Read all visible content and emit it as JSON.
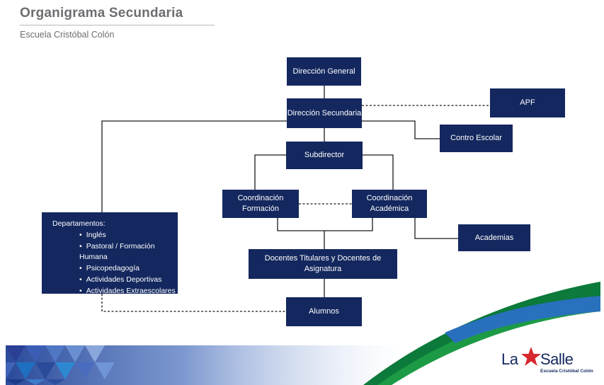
{
  "header": {
    "title": "Organigrama Secundaria",
    "subtitle": "Escuela Cristóbal Colón"
  },
  "org": {
    "direccion_general": "Dirección General",
    "direccion_secundaria": "Dirección Secundaria",
    "apf": "APF",
    "control_escolar": "Contro Escolar",
    "subdirector": "Subdirector",
    "coordinacion_formacion": [
      "Coordinación",
      "Formación"
    ],
    "coordinacion_academica": [
      "Coordinación",
      "Académica"
    ],
    "academias": "Academias",
    "docentes": "Docentes Titulares y Docentes de Asignatura",
    "alumnos": "Alumnos",
    "departamentos": {
      "heading": "Departamentos:",
      "items": [
        "Inglés",
        "Pastoral / Formación Humana",
        "Psicopedagogía",
        "Actividades Deportivas",
        "Actividades Extraescolares"
      ]
    }
  },
  "logo": {
    "brand_left": "La",
    "brand_right": "Salle",
    "school": "Escuela Cristóbal Colón"
  },
  "colors": {
    "box": "#14285f",
    "line": "#1a1a1a",
    "title": "#6d6e71",
    "logo_star": "#d7282f"
  }
}
